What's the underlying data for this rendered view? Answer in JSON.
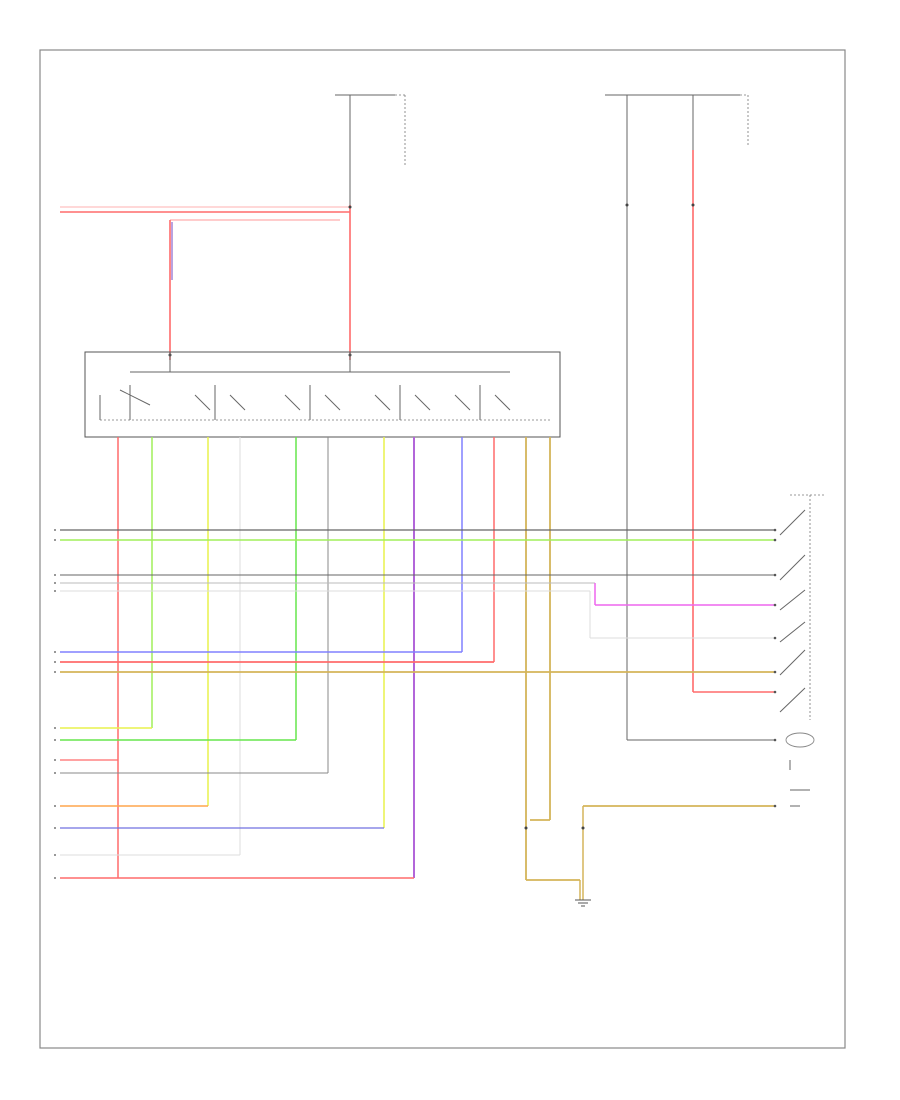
{
  "figure_id": "",
  "wire_colors": {
    "red": "#ff6b6b",
    "red_wht": "#ff9999",
    "grn": "#66e64d",
    "yel": "#e8f24d",
    "lt_grn": "#a0ef5a",
    "vio": "#b266d9",
    "blu": "#8080ff",
    "pnk": "#ee66ee",
    "tan": "#d4b45a",
    "gry": "#666666",
    "wht": "#cccccc",
    "org": "#ffa64d",
    "blu_dk": "#7070e0"
  },
  "bus_wires": [
    {
      "id": "bus-1",
      "color": "gry",
      "left_label": "",
      "right_label": ""
    },
    {
      "id": "bus-2",
      "color": "lt_grn",
      "left_label": "",
      "right_label": ""
    },
    {
      "id": "bus-3",
      "color": "gry",
      "left_label": "",
      "right_label": ""
    },
    {
      "id": "bus-4",
      "color": "wht",
      "left_label": "",
      "right_label": ""
    },
    {
      "id": "bus-5",
      "color": "wht",
      "left_label": "",
      "right_label": ""
    },
    {
      "id": "bus-6",
      "color": "blu",
      "left_label": "",
      "right_label": ""
    },
    {
      "id": "bus-7",
      "color": "red",
      "left_label": "",
      "right_label": ""
    },
    {
      "id": "bus-8",
      "color": "tan",
      "left_label": "",
      "right_label": ""
    }
  ],
  "lower_wires": [
    {
      "id": "low-1",
      "color": "yel",
      "left_label": ""
    },
    {
      "id": "low-2",
      "color": "grn",
      "left_label": ""
    },
    {
      "id": "low-3",
      "color": "gry",
      "left_label": ""
    },
    {
      "id": "low-4",
      "color": "org",
      "left_label": ""
    },
    {
      "id": "low-5",
      "color": "blu_dk",
      "left_label": ""
    },
    {
      "id": "low-6",
      "color": "wht",
      "left_label": ""
    },
    {
      "id": "low-7",
      "color": "red",
      "left_label": ""
    }
  ],
  "components": {
    "fuse_block_left": {
      "label": ""
    },
    "fuse_block_right": {
      "label": ""
    },
    "combination_switch": {
      "label": ""
    },
    "control_switch": {
      "label": ""
    },
    "ground": {
      "label": ""
    }
  }
}
